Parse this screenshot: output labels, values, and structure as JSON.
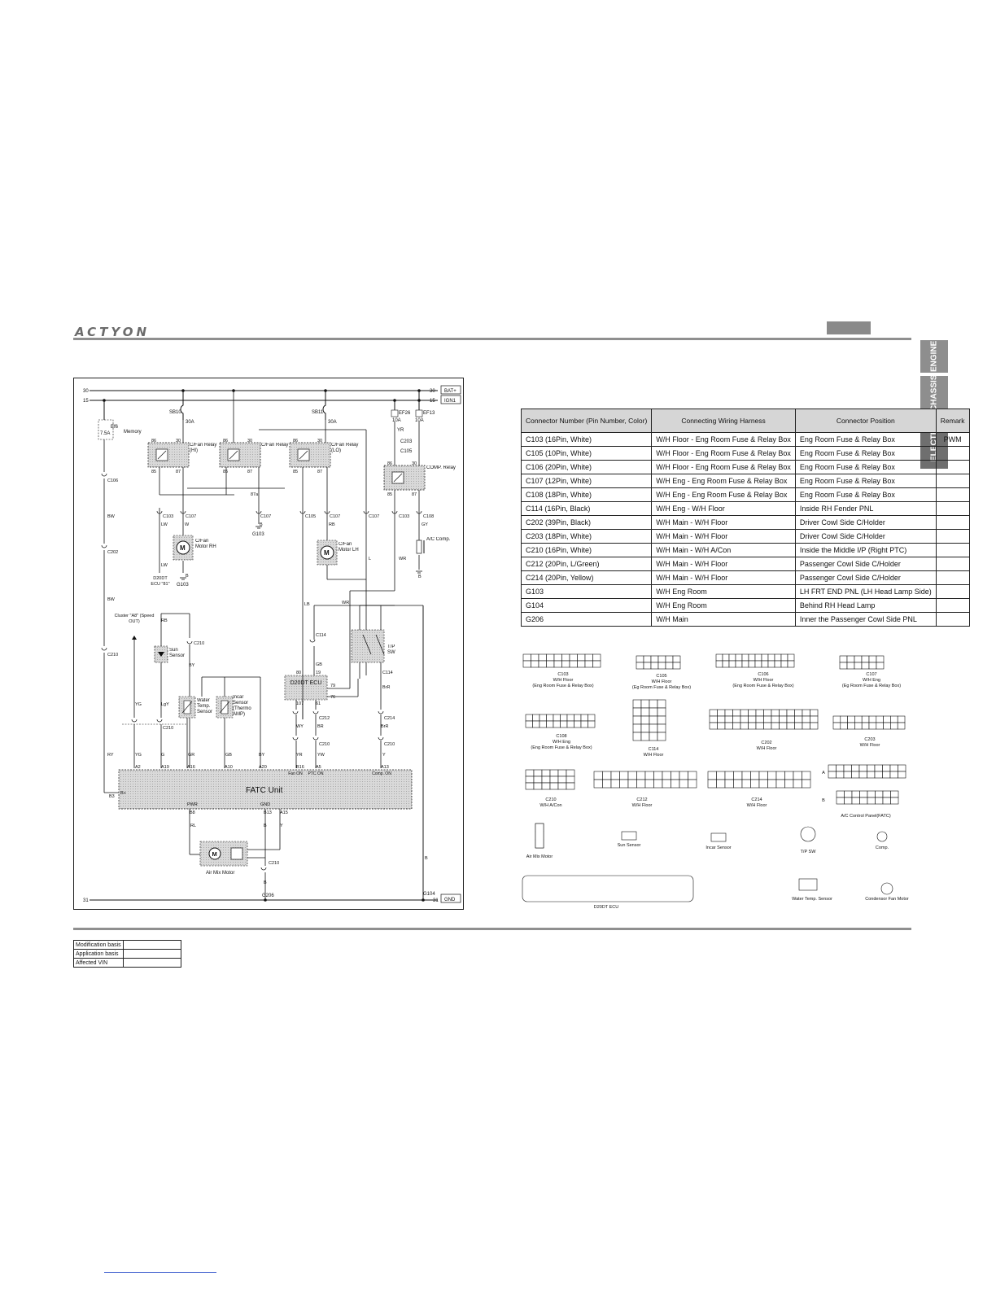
{
  "header": {
    "brand": "ACTYON"
  },
  "side_tabs": [
    "ENGINE",
    "CHASSIS",
    "ELECTRIC"
  ],
  "diagram": {
    "rails": {
      "bat": "BAT+",
      "ign": "IGN1",
      "gnd": "GND",
      "n30": "30",
      "n15": "15",
      "n31": "31"
    },
    "fuses": {
      "sb10": "SB10",
      "sb10_amp": "30A",
      "sb11": "SB11",
      "sb11_amp": "30A",
      "ef26": "EF26",
      "ef26_amp": "10A",
      "ef13": "EF13",
      "ef13_amp": "10A",
      "ef6": "Ef6",
      "ef6_amp": "7.5A",
      "memory": "Memory"
    },
    "relays": {
      "hi": "C/Fan Relay (HI)",
      "mid": "C/Fan Relay",
      "lo": "C/Fan Relay (LO)",
      "comp": "COMP. Relay",
      "p86": "86",
      "p30": "30",
      "p85": "85",
      "p87": "87",
      "p87a": "87a"
    },
    "motor_rh": "C/Fan Motor RH",
    "motor_lh": "C/Fan Motor LH",
    "ac_comp": "A/C Comp.",
    "sun": "Sun Sensor",
    "water": "Water Temp. Sensor",
    "incar": "Incar Sensor (Thermo AMP)",
    "tp_sw": "T/P SW",
    "d20dt": "D20DT ECU",
    "d20dt_ref": "D20DT ECU \"81\"",
    "cluster": "Cluster \"A8\" (Speed OUT)",
    "fatc": "FATC Unit",
    "fatc_pwr": "PWR",
    "fatc_gnd": "GND",
    "fatc_fan_on": "Fan ON",
    "fatc_ptc_on": "PTC ON",
    "fatc_comp_on": "Comp. ON",
    "air_mix": "Air Mix Motor",
    "g103": "G103",
    "g104": "G104",
    "g206": "G206",
    "connectors": {
      "c103": "C103",
      "c105": "C105",
      "c106": "C106",
      "c107": "C107",
      "c108": "C108",
      "c114": "C114",
      "c202": "C202",
      "c203": "C203",
      "c210": "C210",
      "c212": "C212",
      "c214": "C214"
    },
    "wires": {
      "bw": "BW",
      "lw": "LW",
      "w": "W",
      "b": "B",
      "l": "L",
      "rb": "RB",
      "lb": "LB",
      "wr": "WR",
      "gy": "GY",
      "yr": "YR",
      "ry": "RY",
      "yg": "YG",
      "g": "G",
      "gr": "GR",
      "gb": "GB",
      "by": "BY",
      "lgy": "LgY",
      "wy": "WY",
      "yw": "YW",
      "br": "BR",
      "brr": "BrR",
      "y": "Y",
      "rl": "RL"
    },
    "pins": {
      "b3": "B3",
      "bplus": "B+",
      "a2": "A2",
      "a19": "A19",
      "a16": "A16",
      "a10": "A10",
      "a20": "A20",
      "b16": "B16",
      "a5": "A5",
      "a13": "A13",
      "b8": "B8",
      "b13": "B13",
      "a15": "A15",
      "e80": "80",
      "e19": "19",
      "e79": "79",
      "e76": "76",
      "e107": "107",
      "e61": "61"
    }
  },
  "connector_table": {
    "headers": [
      "Connector Number (Pin Number, Color)",
      "Connecting Wiring Harness",
      "Connector Position",
      "Remark"
    ],
    "rows": [
      [
        "C103 (16Pin, White)",
        "W/H Floor - Eng Room Fuse & Relay Box",
        "Eng Room Fuse & Relay Box",
        "PWM"
      ],
      [
        "C105 (10Pin, White)",
        "W/H Floor - Eng Room Fuse & Relay Box",
        "Eng Room Fuse & Relay Box",
        ""
      ],
      [
        "C106 (20Pin, White)",
        "W/H Floor - Eng Room Fuse & Relay Box",
        "Eng Room Fuse & Relay Box",
        ""
      ],
      [
        "C107 (12Pin, White)",
        "W/H Eng - Eng Room Fuse & Relay Box",
        "Eng Room Fuse & Relay Box",
        ""
      ],
      [
        "C108 (18Pin, White)",
        "W/H Eng - Eng Room Fuse & Relay Box",
        "Eng Room Fuse & Relay Box",
        ""
      ],
      [
        "C114 (16Pin, Black)",
        "W/H Eng - W/H Floor",
        "Inside RH Fender PNL",
        ""
      ],
      [
        "C202 (39Pin, Black)",
        "W/H Main - W/H Floor",
        "Driver Cowl Side C/Holder",
        ""
      ],
      [
        "C203 (18Pin, White)",
        "W/H Main - W/H Floor",
        "Driver Cowl Side C/Holder",
        ""
      ],
      [
        "C210 (16Pin, White)",
        "W/H Main - W/H A/Con",
        "Inside the Middle I/P (Right PTC)",
        ""
      ],
      [
        "C212 (20Pin, L/Green)",
        "W/H Main - W/H Floor",
        "Passenger Cowl Side C/Holder",
        ""
      ],
      [
        "C214 (20Pin, Yellow)",
        "W/H Main - W/H Floor",
        "Passenger Cowl Side C/Holder",
        ""
      ],
      [
        "G103",
        "W/H Eng Room",
        "LH FRT END PNL (LH Head Lamp Side)",
        ""
      ],
      [
        "G104",
        "W/H Eng Room",
        "Behind RH Head Lamp",
        ""
      ],
      [
        "G206",
        "W/H Main",
        "Inner the Passenger Cowl Side PNL",
        ""
      ]
    ]
  },
  "pinouts": {
    "c103": [
      "C103",
      "W/H Floor",
      "(Eng Room Fuse & Relay Box)"
    ],
    "c105": [
      "C105",
      "W/H Floor",
      "(Eg Room Fuse & Relay Box)"
    ],
    "c106": [
      "C106",
      "W/H Floor",
      "(Eng Room Fuse & Relay Box)"
    ],
    "c107": [
      "C107",
      "W/H Eng",
      "(Eg Room Fuse & Relay Box)"
    ],
    "c108": [
      "C108",
      "W/H Eng",
      "(Eng Room Fuse & Relay Box)"
    ],
    "c114": [
      "C114",
      "W/H Floor"
    ],
    "c202": [
      "C202",
      "W/H Floor"
    ],
    "c203": [
      "C203",
      "W/H Floor"
    ],
    "c210": [
      "C210",
      "W/H A/Con"
    ],
    "c212": [
      "C212",
      "W/H Floor"
    ],
    "c214": [
      "C214",
      "W/H Floor"
    ],
    "fatc_panel": "A/C Control Panel(FATC)",
    "row_a": "A",
    "row_b": "B",
    "air_mix": "Air Mix Motor",
    "sun": "Sun Sensor",
    "incar": "Incar Sensor",
    "tp": "T/P SW",
    "comp": "Comp.",
    "ecu": "D20DT ECU",
    "water": "Water Temp. Sensor",
    "condenser": "Condensor Fan Motor"
  },
  "mod_table": [
    {
      "label": "Modification basis",
      "value": ""
    },
    {
      "label": "Application basis",
      "value": ""
    },
    {
      "label": "Affected VIN",
      "value": ""
    }
  ]
}
